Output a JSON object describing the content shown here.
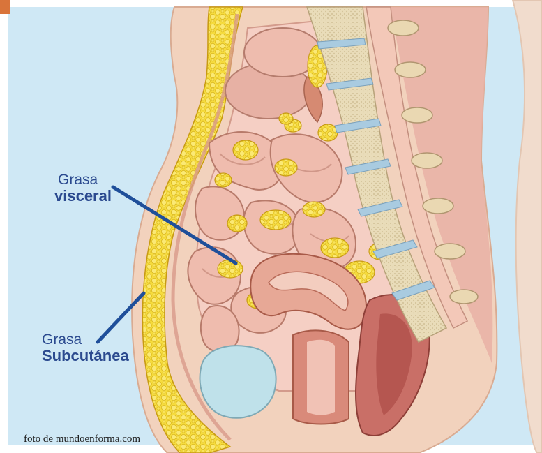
{
  "labels": {
    "visceral": {
      "line1": "Grasa",
      "line2": "visceral"
    },
    "subcutaneous": {
      "line1": "Grasa",
      "line2": "Subcutánea"
    }
  },
  "credit": "foto de mundoenforma.com",
  "colors": {
    "background": "#cfe8f5",
    "label_text": "#2b4a8f",
    "pointer_line": "#1f4f9a",
    "fat_yellow": "#f3d431",
    "skin": "#f2d2bd",
    "intestine": "#ecb2a6",
    "spine": "#e6d8b6"
  }
}
